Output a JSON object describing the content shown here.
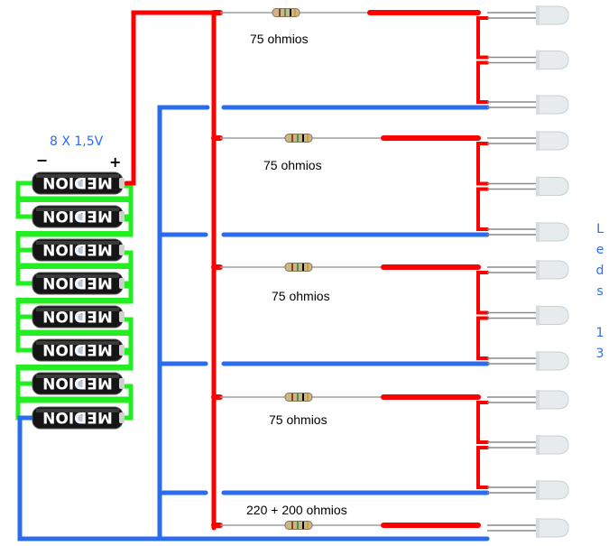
{
  "battery_pack": {
    "title": "8 X 1,5V",
    "minus": "−",
    "plus": "+",
    "cell_count": 8,
    "cell_brand": "MEDION"
  },
  "branches": [
    {
      "label": "75 ohmios",
      "led_count": 3
    },
    {
      "label": "75 ohmios",
      "led_count": 3
    },
    {
      "label": "75 ohmios",
      "led_count": 3
    },
    {
      "label": "75 ohmios",
      "led_count": 3
    },
    {
      "label": "220 + 200 ohmios",
      "led_count": 1
    }
  ],
  "side_label": {
    "chars": [
      "L",
      "e",
      "d",
      "s",
      "",
      "1",
      "3"
    ]
  },
  "colors": {
    "positive_wire": "#ff0000",
    "negative_wire": "#2a6cf0",
    "series_link_wire": "#22ee22",
    "text_accent": "#2a6cf0"
  }
}
